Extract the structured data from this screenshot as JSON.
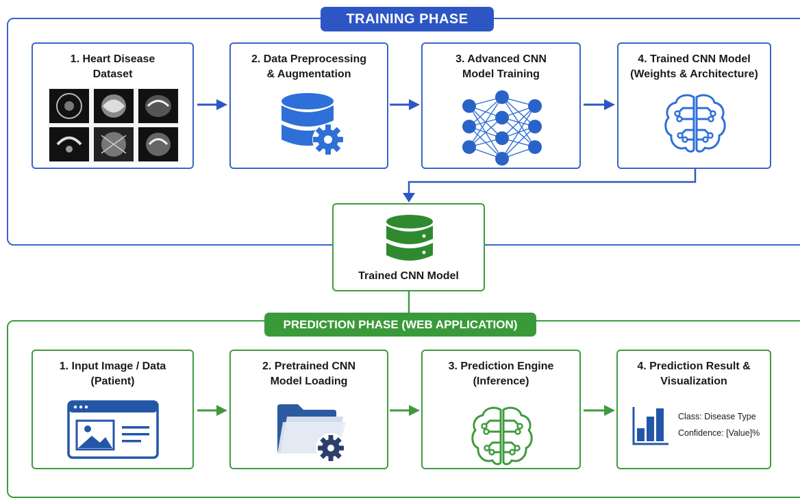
{
  "training": {
    "banner": "TRAINING PHASE",
    "steps": [
      {
        "title": "1. Heart Disease\nDataset",
        "icon": "heart-scan-images-icon"
      },
      {
        "title": "2. Data Preprocessing\n& Augmentation",
        "icon": "database-gear-icon"
      },
      {
        "title": "3. Advanced CNN\nModel Training",
        "icon": "neural-network-icon"
      },
      {
        "title": "4. Trained CNN Model\n(Weights & Architecture)",
        "icon": "brain-circuit-icon"
      }
    ]
  },
  "model": {
    "label": "Trained CNN Model",
    "icon": "database-icon"
  },
  "prediction": {
    "banner": "PREDICTION PHASE (WEB APPLICATION)",
    "steps": [
      {
        "title": "1. Input Image / Data\n(Patient)",
        "icon": "web-image-input-icon"
      },
      {
        "title": "2. Pretrained CNN\nModel Loading",
        "icon": "folder-gear-icon"
      },
      {
        "title": "3. Prediction Engine\n(Inference)",
        "icon": "brain-circuit-icon"
      },
      {
        "title": "4. Prediction Result &\nVisualization",
        "icon": "bar-chart-icon"
      }
    ],
    "result": {
      "class_line": "Class: Disease Type",
      "confidence_line": "Confidence: [Value]%"
    }
  },
  "colors": {
    "training_blue": "#2d56c4",
    "prediction_green": "#3a9a3a",
    "icon_blue": "#2f6fd8",
    "icon_green": "#3f9a3f"
  }
}
